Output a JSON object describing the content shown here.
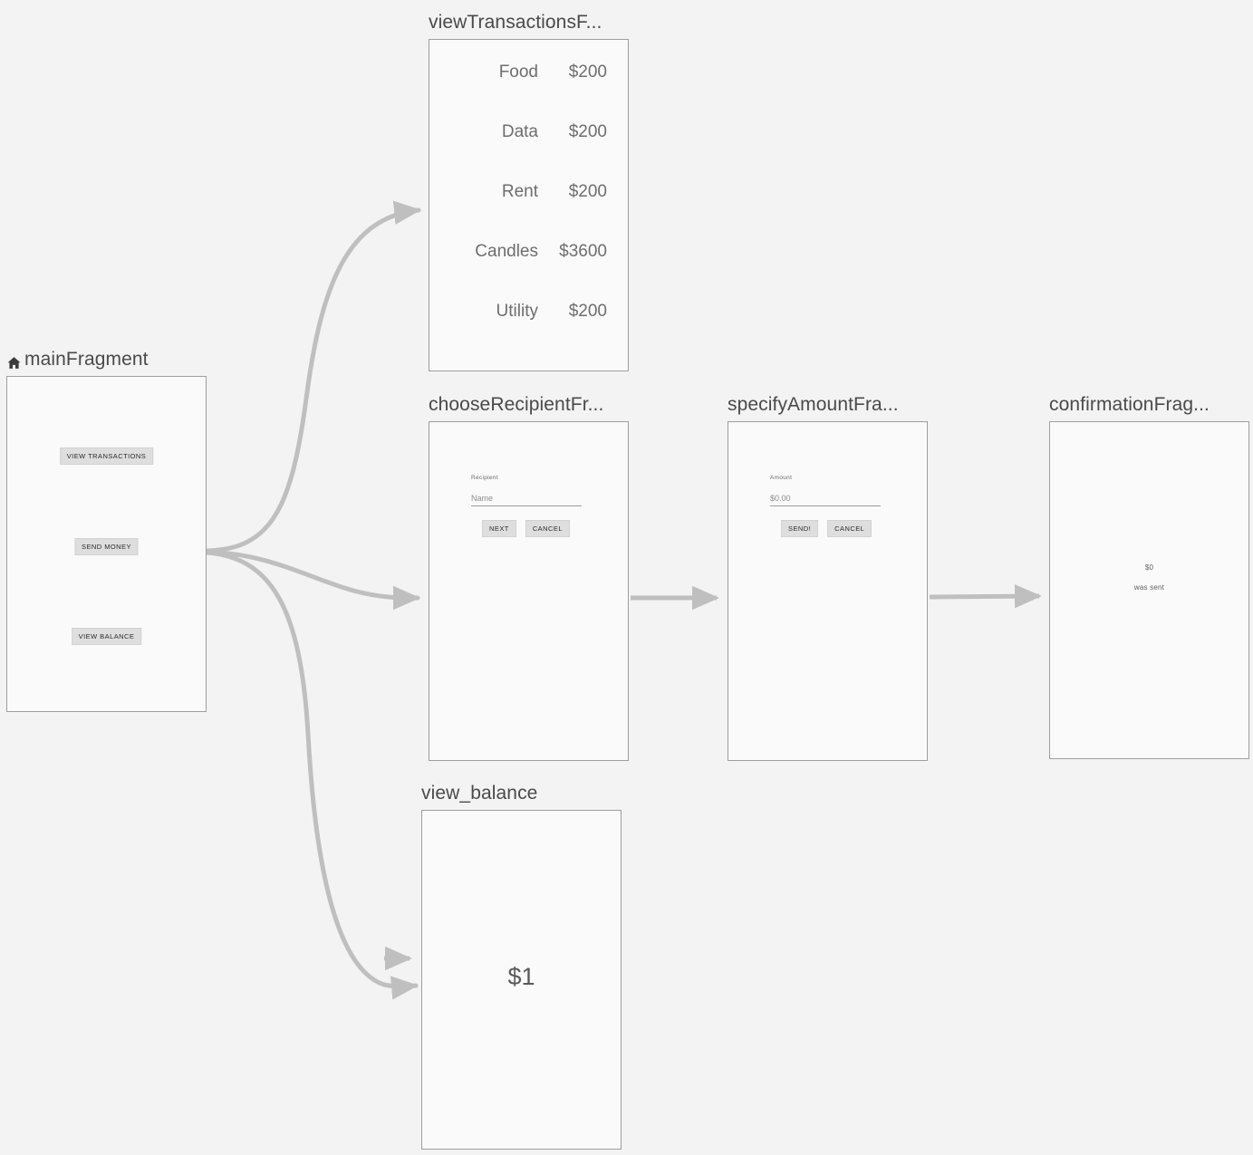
{
  "canvas": {
    "background": "#f3f3f3",
    "node_fill": "#fafafa",
    "node_border": "#9e9e9e",
    "connector_color": "#bfbfbf",
    "button_fill": "#dedede",
    "label_color": "#4a4a4a"
  },
  "nodes": {
    "main": {
      "label": "mainFragment",
      "icon": "home-icon",
      "is_start_destination": true,
      "buttons": [
        {
          "name": "view-transactions",
          "label": "VIEW TRANSACTIONS"
        },
        {
          "name": "send-money",
          "label": "SEND MONEY"
        },
        {
          "name": "view-balance",
          "label": "VIEW BALANCE"
        }
      ]
    },
    "view_transactions": {
      "label": "viewTransactionsF...",
      "full_label": "viewTransactionsFragment",
      "transactions": [
        {
          "name": "Food",
          "amount": "$200"
        },
        {
          "name": "Data",
          "amount": "$200"
        },
        {
          "name": "Rent",
          "amount": "$200"
        },
        {
          "name": "Candles",
          "amount": "$3600"
        },
        {
          "name": "Utility",
          "amount": "$200"
        }
      ]
    },
    "choose_recipient": {
      "label": "chooseRecipientFr...",
      "full_label": "chooseRecipientFragment",
      "field_label": "Recipient",
      "field_placeholder": "Name",
      "primary_button": "NEXT",
      "secondary_button": "CANCEL"
    },
    "specify_amount": {
      "label": "specifyAmountFra...",
      "full_label": "specifyAmountFragment",
      "field_label": "Amount",
      "field_placeholder": "$0.00",
      "primary_button": "SEND!",
      "secondary_button": "CANCEL"
    },
    "confirmation": {
      "label": "confirmationFrag...",
      "full_label": "confirmationFragment",
      "amount": "$0",
      "message": "was sent"
    },
    "view_balance": {
      "label": "view_balance",
      "balance": "$1"
    }
  },
  "connections": [
    {
      "name": "main-to-view-transactions",
      "from": "mainFragment",
      "to": "viewTransactionsFragment"
    },
    {
      "name": "main-to-choose-recipient",
      "from": "mainFragment",
      "to": "chooseRecipientFragment"
    },
    {
      "name": "main-to-view-balance",
      "from": "mainFragment",
      "to": "view_balance"
    },
    {
      "name": "main-to-view-balance-alt",
      "from": "mainFragment",
      "to": "view_balance"
    },
    {
      "name": "choose-recipient-to-specify-amount",
      "from": "chooseRecipientFragment",
      "to": "specifyAmountFragment"
    },
    {
      "name": "specify-amount-to-confirmation",
      "from": "specifyAmountFragment",
      "to": "confirmationFragment"
    }
  ]
}
